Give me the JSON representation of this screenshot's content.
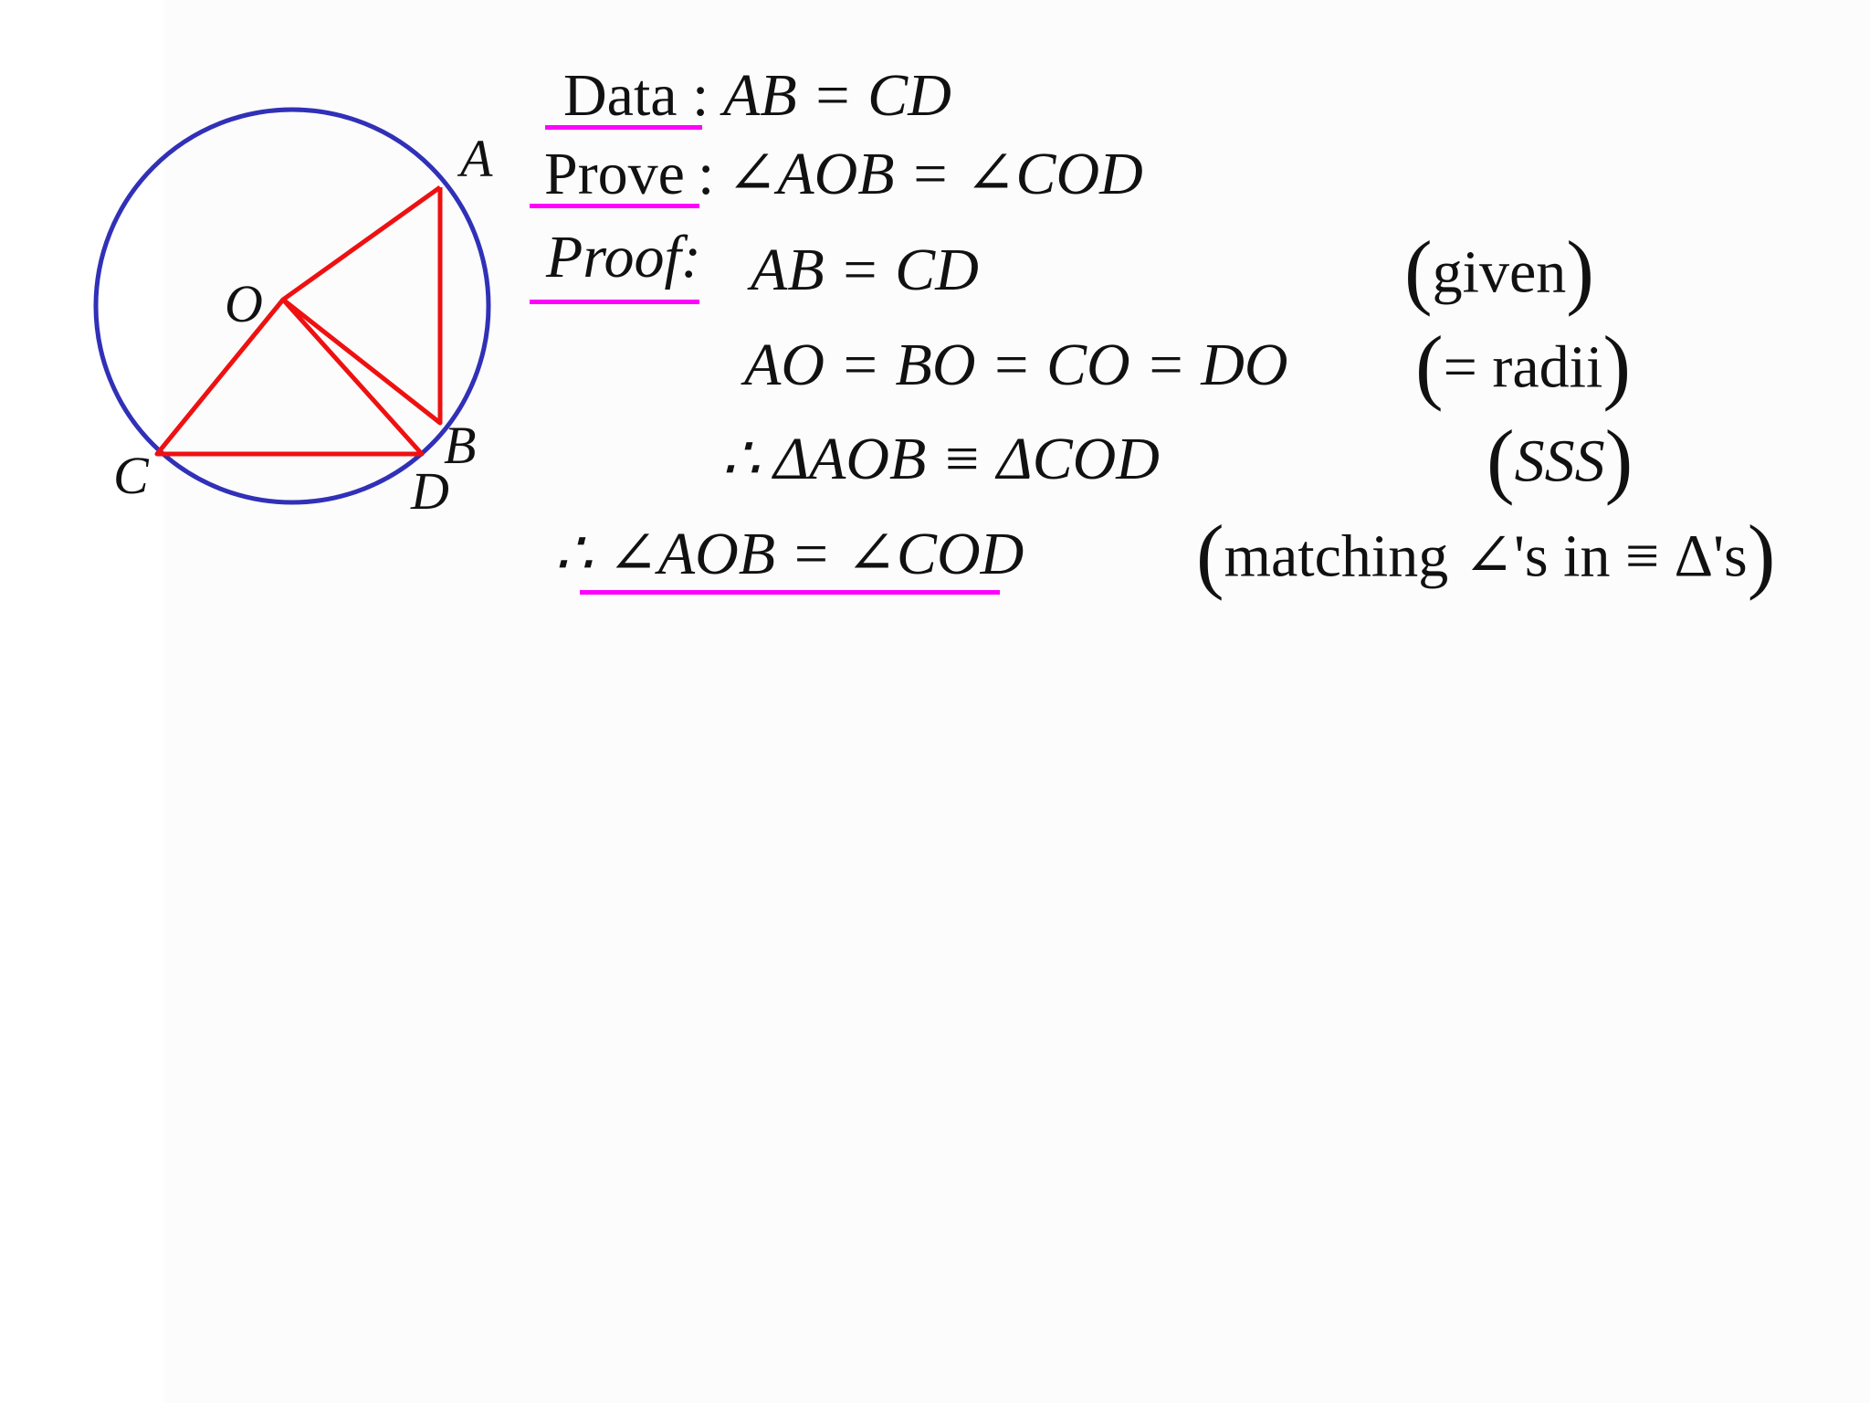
{
  "figure": {
    "circle_color": "#3030b8",
    "segment_color": "#ee1111",
    "points": {
      "O": "O",
      "A": "A",
      "B": "B",
      "C": "C",
      "D": "D"
    }
  },
  "highlight_color": "#ff00ff",
  "data_line": {
    "label": "Data",
    "colon": ":",
    "statement": "AB = CD"
  },
  "prove_line": {
    "label": "Prove",
    "colon": ":",
    "statement": "∠AOB = ∠COD"
  },
  "proof_line": {
    "label": "Proof:"
  },
  "proof_steps": [
    {
      "statement": "AB = CD",
      "reason": "given"
    },
    {
      "statement": "AO = BO = CO = DO",
      "reason": "= radii"
    },
    {
      "statement": "∴ ΔAOB ≡ ΔCOD",
      "reason": "SSS"
    }
  ],
  "conclusion": {
    "statement": "∴ ∠AOB = ∠COD",
    "reason": "matching ∠'s in  ≡ Δ's"
  }
}
